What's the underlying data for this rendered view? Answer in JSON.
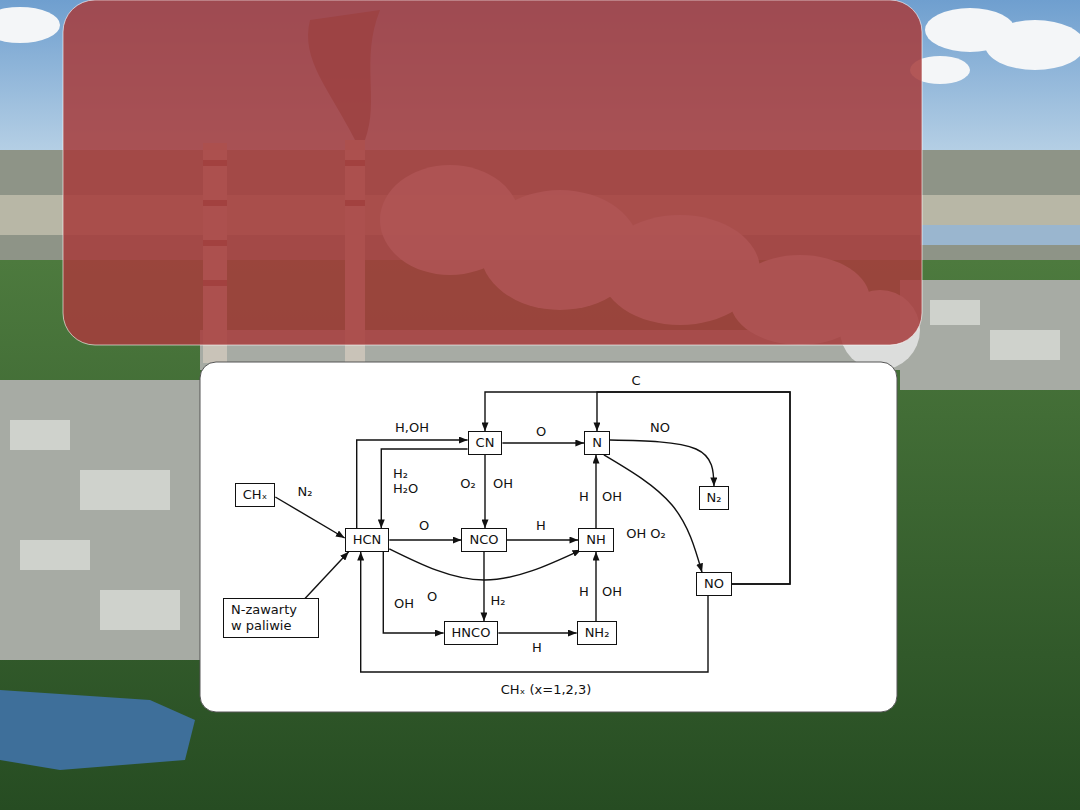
{
  "diagram": {
    "nodes": [
      {
        "text": [
          "CN"
        ]
      },
      {
        "text": [
          "N"
        ]
      },
      {
        "text": [
          "CHₓ"
        ]
      },
      {
        "text": [
          "N₂"
        ]
      },
      {
        "text": [
          "HCN"
        ]
      },
      {
        "text": [
          "NCO"
        ]
      },
      {
        "text": [
          "NH"
        ]
      },
      {
        "text": [
          "NO"
        ]
      },
      {
        "text": [
          "N-zawarty w paliwie"
        ]
      },
      {
        "text": [
          "HNCO"
        ]
      },
      {
        "text": [
          "NH₂"
        ]
      }
    ],
    "edges": [
      {
        "from": 2,
        "to": 4,
        "arrow": "to",
        "label": "N₂"
      },
      {
        "from": 8,
        "to": 4,
        "arrow": "to"
      },
      {
        "from": 4,
        "to": 0,
        "arrow": "to",
        "label": "H,OH"
      },
      {
        "from": 0,
        "to": 4,
        "arrow": "to",
        "label": "H₂ H₂O"
      },
      {
        "from": 0,
        "to": 1,
        "arrow": "to",
        "label": "O"
      },
      {
        "from": 0,
        "to": 5,
        "arrow": "to",
        "label": "O₂"
      },
      {
        "from": 4,
        "to": 5,
        "arrow": "to",
        "label": "O"
      },
      {
        "from": 5,
        "to": 6,
        "arrow": "to",
        "label": "H"
      },
      {
        "from": 4,
        "to": 6,
        "arrow": "to",
        "label": "O"
      },
      {
        "from": 6,
        "to": 1,
        "arrow": "to",
        "label": "H"
      },
      {
        "from": 10,
        "to": 6,
        "arrow": "to",
        "label": "H"
      },
      {
        "from": 9,
        "to": 10,
        "arrow": "to",
        "label": "H"
      },
      {
        "from": 4,
        "to": 9,
        "arrow": "to",
        "label": "OH"
      },
      {
        "from": 5,
        "to": 9,
        "arrow": "to",
        "label": "H₂"
      },
      {
        "from": 1,
        "to": 3,
        "arrow": "to",
        "label": "NO"
      },
      {
        "from": 1,
        "to": 7,
        "arrow": "to",
        "label": "OH O₂"
      },
      {
        "from": 7,
        "to": 0,
        "arrow": "to",
        "label": "C"
      },
      {
        "from": 7,
        "to": 1,
        "arrow": "to"
      },
      {
        "from": 7,
        "to": 4,
        "arrow": "to",
        "label": "CHₓ (x=1,2,3)"
      }
    ],
    "labels": [
      "OH",
      "OH",
      "OH"
    ]
  }
}
